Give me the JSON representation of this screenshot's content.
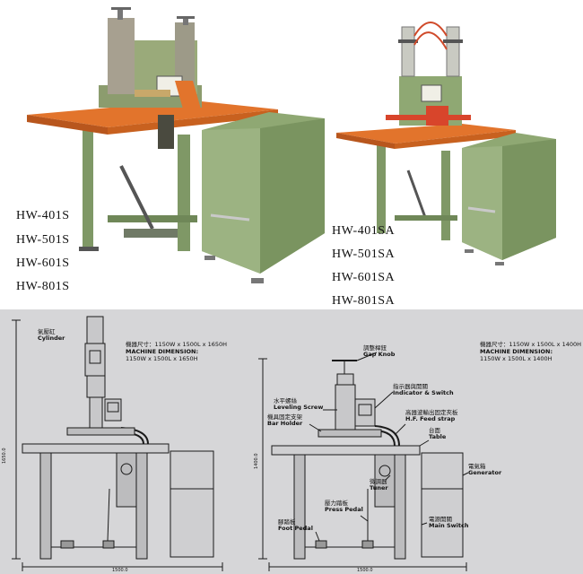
{
  "models_left": [
    "HW-401S",
    "HW-501S",
    "HW-601S",
    "HW-801S"
  ],
  "models_right": [
    "HW-401SA",
    "HW-501SA",
    "HW-601SA",
    "HW-801SA"
  ],
  "left_drawing": {
    "cylinder_zh": "氣壓缸",
    "cylinder_en": "Cylinder",
    "dim_zh": "機器尺寸：1150W x 1500L x 1650H",
    "dim_en_label": "MACHINE DIMENSION:",
    "dim_en_value": "1150W x 1500L x 1650H",
    "height_mark": "1650.0",
    "width_mark": "1500.0"
  },
  "right_drawing": {
    "gap_knob_zh": "調整桿鈕",
    "gap_knob_en": "Gap Knob",
    "dim_zh": "機器尺寸：1150W x 1500L x 1400H",
    "dim_en_label": "MACHINE DIMENSION:",
    "dim_en_value": "1150W x 1500L x 1400H",
    "indicator_zh": "指示器與開關",
    "indicator_en": "Indicator & Switch",
    "leveling_zh": "水平螺絲",
    "leveling_en": "Leveling Screw",
    "bar_holder_zh": "機具固定支架",
    "bar_holder_en": "Bar Holder",
    "feed_strap_zh": "高器波輸出固定夾板",
    "feed_strap_en": "H.F. Feed strap",
    "table_zh": "台面",
    "table_en": "Table",
    "generator_zh": "電氣箱",
    "generator_en": "Generator",
    "tuner_zh": "微調器",
    "tuner_en": "Tuner",
    "press_pedal_zh": "壓力踏板",
    "press_pedal_en": "Press Pedal",
    "foot_pedal_zh": "腳踏板",
    "foot_pedal_en": "Foot Pedal",
    "main_switch_zh": "電源開關",
    "main_switch_en": "Main Switch",
    "height_mark": "1400.0",
    "width_mark": "1500.0"
  },
  "colors": {
    "machine_green": "#8fa873",
    "table_orange": "#e2742c",
    "bottom_bg": "#d6d6d8"
  }
}
